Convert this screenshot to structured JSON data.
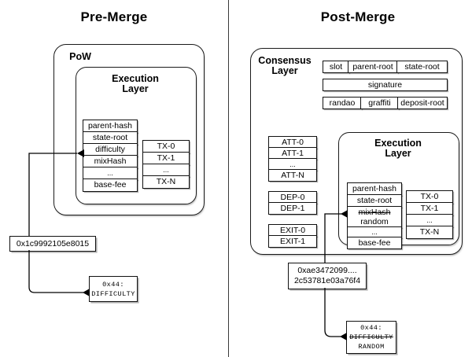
{
  "panels": {
    "left": {
      "title": "Pre-Merge",
      "outer_box_label": "PoW",
      "execution_box_label": "Execution\nLayer",
      "header_fields": [
        "parent-hash",
        "state-root",
        "difficulty",
        "mixHash",
        "...",
        "base-fee"
      ],
      "tx_fields": [
        "TX-0",
        "TX-1",
        "...",
        "TX-N"
      ],
      "value_box": "0x1c9992105e8015",
      "opcode_box": {
        "code": "0x44:",
        "name": "DIFFICULTY",
        "name_struck": false
      }
    },
    "right": {
      "title": "Post-Merge",
      "outer_box_label": "Consensus\nLayer",
      "execution_box_label": "Execution\nLayer",
      "consensus_row_1": [
        "slot",
        "parent-root",
        "state-root"
      ],
      "consensus_row_2": [
        "signature"
      ],
      "consensus_row_3": [
        "randao",
        "graffiti",
        "deposit-root"
      ],
      "attestations": [
        "ATT-0",
        "ATT-1",
        "...",
        "ATT-N"
      ],
      "deposits": [
        "DEP-0",
        "DEP-1"
      ],
      "exits": [
        "EXIT-0",
        "EXIT-1"
      ],
      "header_fields": [
        "parent-hash",
        "state-root",
        "...",
        "base-fee"
      ],
      "header_replaced_field": {
        "old": "mixHash",
        "new": "random"
      },
      "tx_fields": [
        "TX-0",
        "TX-1",
        "...",
        "TX-N"
      ],
      "value_box_line_1": "0xae3472099....",
      "value_box_line_2": "2c53781e03a76f4",
      "opcode_box": {
        "code": "0x44:",
        "old_name": "DIFFICULTY",
        "new_name": "RANDOM"
      }
    }
  },
  "colors": {
    "stroke": "#111111",
    "background": "#ffffff",
    "divider": "#3a3a3a"
  }
}
